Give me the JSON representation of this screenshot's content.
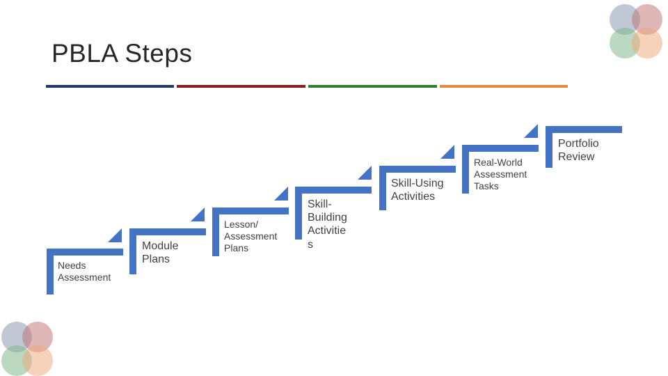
{
  "title": "PBLA Steps",
  "colors": {
    "step": "#4472c4",
    "rule_navy": "#1f3864",
    "rule_red": "#8b1a1a",
    "rule_green": "#2e7d32",
    "rule_orange": "#e08a3c"
  },
  "steps": [
    {
      "label": "Needs Assessment"
    },
    {
      "label": "Module Plans"
    },
    {
      "label": "Lesson/ Assessment Plans"
    },
    {
      "label": "Skill-Building Activities"
    },
    {
      "label": "Skill-Using Activities"
    },
    {
      "label": "Real-World Assessment Tasks"
    },
    {
      "label": "Portfolio Review"
    }
  ]
}
